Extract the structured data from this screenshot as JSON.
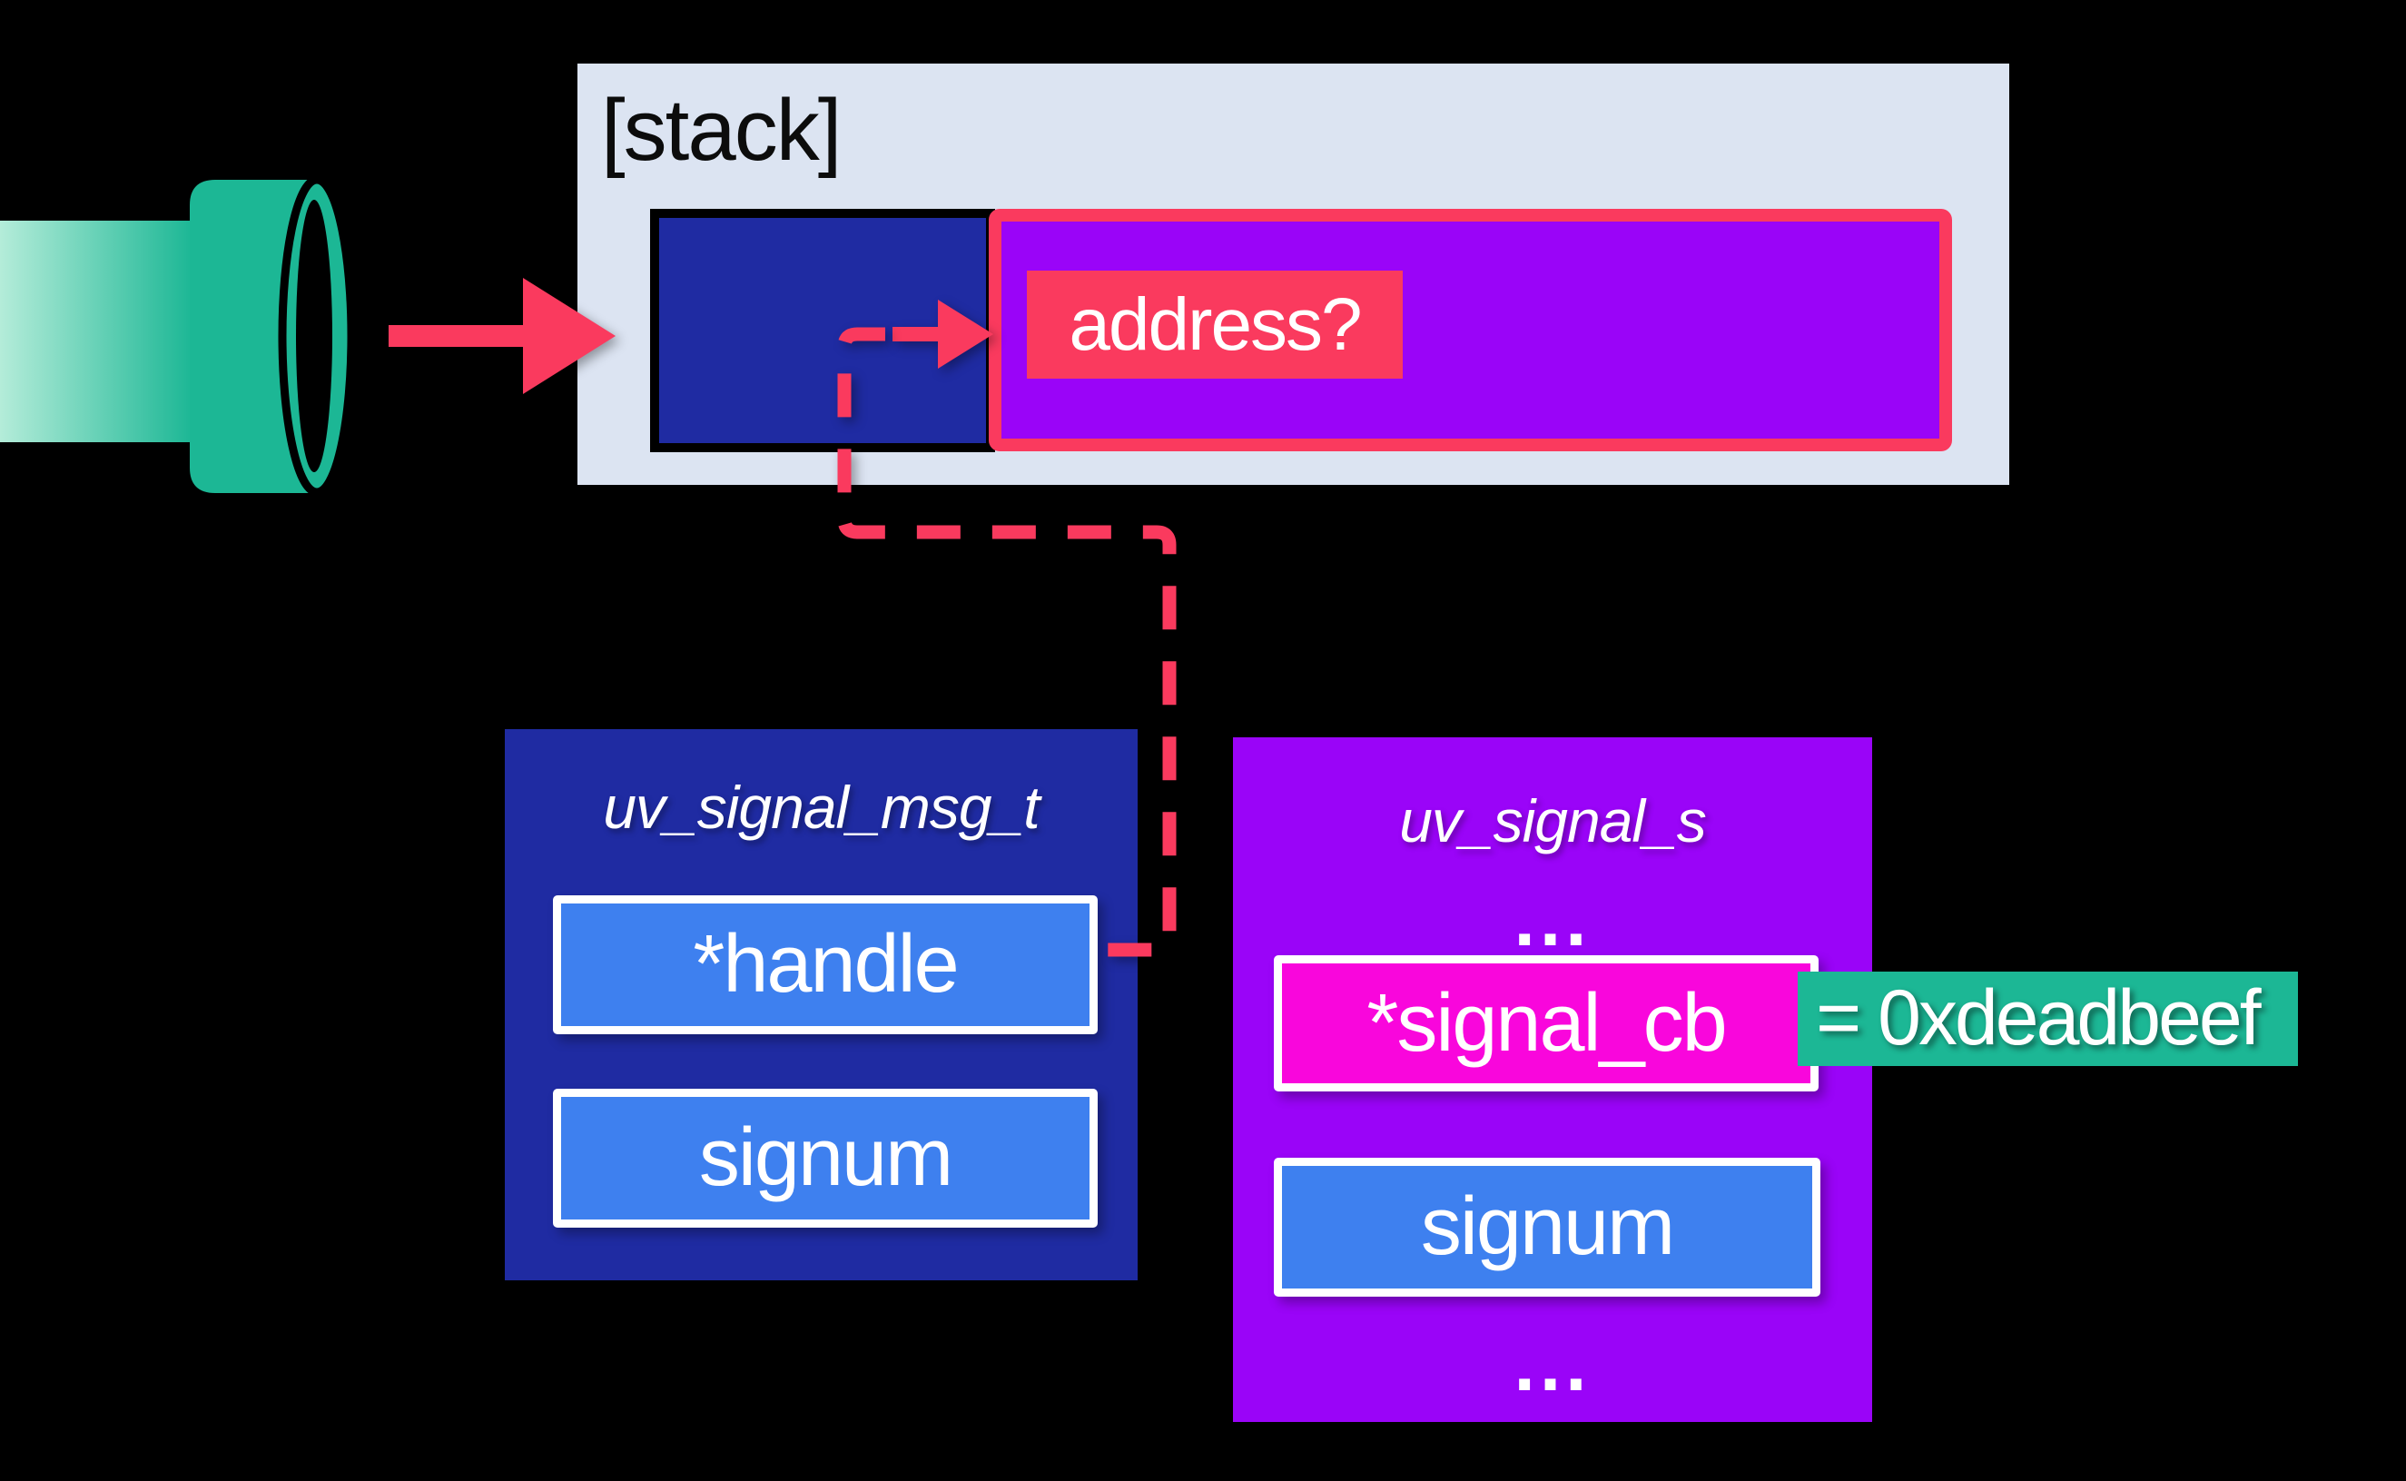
{
  "colors": {
    "background": "#000000",
    "stack_bg": "#DCE4F2",
    "deep_blue": "#1F2BA2",
    "field_blue": "#3E80EF",
    "purple": "#9A04F8",
    "magenta": "#F906DC",
    "red": "#FA3A5E",
    "teal": "#1CB795",
    "teal_light": "#B4ECD9"
  },
  "stack": {
    "label": "[stack]",
    "address_label": "address?"
  },
  "msg_struct": {
    "title": "uv_signal_msg_t",
    "fields": [
      {
        "label": "*handle"
      },
      {
        "label": "signum"
      }
    ]
  },
  "signal_struct": {
    "title": "uv_signal_s",
    "ellipsis_top": "...",
    "fields": [
      {
        "label": "*signal_cb"
      },
      {
        "label": "signum"
      }
    ],
    "ellipsis_bottom": "..."
  },
  "badge": {
    "label": "= 0xdeadbeef"
  },
  "icons": {
    "pipe": "teal-cylinder-pipe",
    "write_arrow": "red-right-arrow",
    "pointer_arrow": "red-small-right-arrow",
    "handle_connector": "red-dashed-pointer-line"
  }
}
